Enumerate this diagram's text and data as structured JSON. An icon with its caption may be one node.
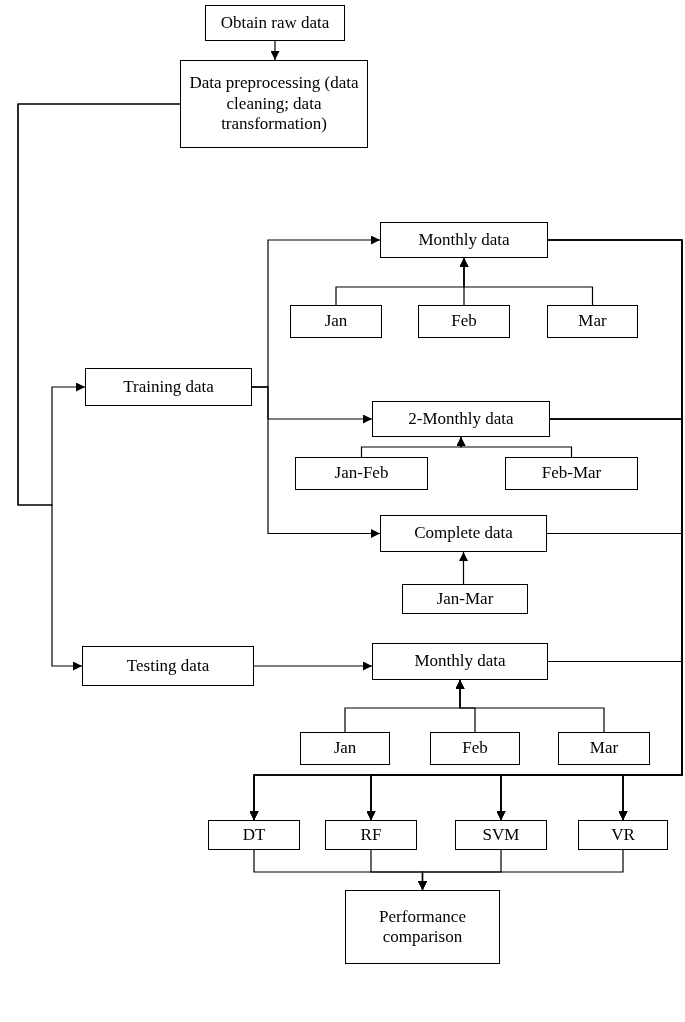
{
  "diagram": {
    "nodes": [
      {
        "text": [
          "Obtain raw data"
        ]
      },
      {
        "text": [
          "Data preprocessing (data cleaning; data transformation)"
        ]
      },
      {
        "text": [
          "Monthly data"
        ]
      },
      {
        "text": [
          "Jan"
        ]
      },
      {
        "text": [
          "Feb"
        ]
      },
      {
        "text": [
          "Mar"
        ]
      },
      {
        "text": [
          "Training data"
        ]
      },
      {
        "text": [
          "2-Monthly data"
        ]
      },
      {
        "text": [
          "Jan-Feb"
        ]
      },
      {
        "text": [
          "Feb-Mar"
        ]
      },
      {
        "text": [
          "Complete data"
        ]
      },
      {
        "text": [
          "Jan-Mar"
        ]
      },
      {
        "text": [
          "Testing data"
        ]
      },
      {
        "text": [
          "Monthly data"
        ]
      },
      {
        "text": [
          "Jan"
        ]
      },
      {
        "text": [
          "Feb"
        ]
      },
      {
        "text": [
          "Mar"
        ]
      },
      {
        "text": [
          "DT"
        ]
      },
      {
        "text": [
          "RF"
        ]
      },
      {
        "text": [
          "SVM"
        ]
      },
      {
        "text": [
          "VR"
        ]
      },
      {
        "text": [
          "Performance comparison"
        ]
      }
    ],
    "edges": [
      {
        "from": 0,
        "to": 1,
        "arrow": "to"
      },
      {
        "from": 1,
        "to": 6,
        "arrow": "to"
      },
      {
        "from": 1,
        "to": 12,
        "arrow": "to"
      },
      {
        "from": 6,
        "to": 2,
        "arrow": "to"
      },
      {
        "from": 6,
        "to": 7,
        "arrow": "to"
      },
      {
        "from": 6,
        "to": 10,
        "arrow": "to"
      },
      {
        "from": 3,
        "to": 2,
        "arrow": "to"
      },
      {
        "from": 4,
        "to": 2,
        "arrow": "to"
      },
      {
        "from": 5,
        "to": 2,
        "arrow": "to"
      },
      {
        "from": 8,
        "to": 7,
        "arrow": "to"
      },
      {
        "from": 9,
        "to": 7,
        "arrow": "to"
      },
      {
        "from": 11,
        "to": 10,
        "arrow": "to"
      },
      {
        "from": 12,
        "to": 13,
        "arrow": "to"
      },
      {
        "from": 14,
        "to": 13,
        "arrow": "to"
      },
      {
        "from": 15,
        "to": 13,
        "arrow": "to"
      },
      {
        "from": 16,
        "to": 13,
        "arrow": "to"
      },
      {
        "from": 2,
        "to": 17,
        "arrow": "to"
      },
      {
        "from": 2,
        "to": 18,
        "arrow": "to"
      },
      {
        "from": 2,
        "to": 19,
        "arrow": "to"
      },
      {
        "from": 2,
        "to": 20,
        "arrow": "to"
      },
      {
        "from": 7,
        "to": 17,
        "arrow": "to"
      },
      {
        "from": 7,
        "to": 18,
        "arrow": "to"
      },
      {
        "from": 7,
        "to": 19,
        "arrow": "to"
      },
      {
        "from": 7,
        "to": 20,
        "arrow": "to"
      },
      {
        "from": 10,
        "to": 17,
        "arrow": "to"
      },
      {
        "from": 10,
        "to": 18,
        "arrow": "to"
      },
      {
        "from": 10,
        "to": 19,
        "arrow": "to"
      },
      {
        "from": 10,
        "to": 20,
        "arrow": "to"
      },
      {
        "from": 13,
        "to": 17,
        "arrow": "to"
      },
      {
        "from": 13,
        "to": 18,
        "arrow": "to"
      },
      {
        "from": 13,
        "to": 19,
        "arrow": "to"
      },
      {
        "from": 13,
        "to": 20,
        "arrow": "to"
      },
      {
        "from": 17,
        "to": 21,
        "arrow": "to"
      },
      {
        "from": 18,
        "to": 21,
        "arrow": "to"
      },
      {
        "from": 19,
        "to": 21,
        "arrow": "to"
      },
      {
        "from": 20,
        "to": 21,
        "arrow": "to"
      }
    ]
  }
}
